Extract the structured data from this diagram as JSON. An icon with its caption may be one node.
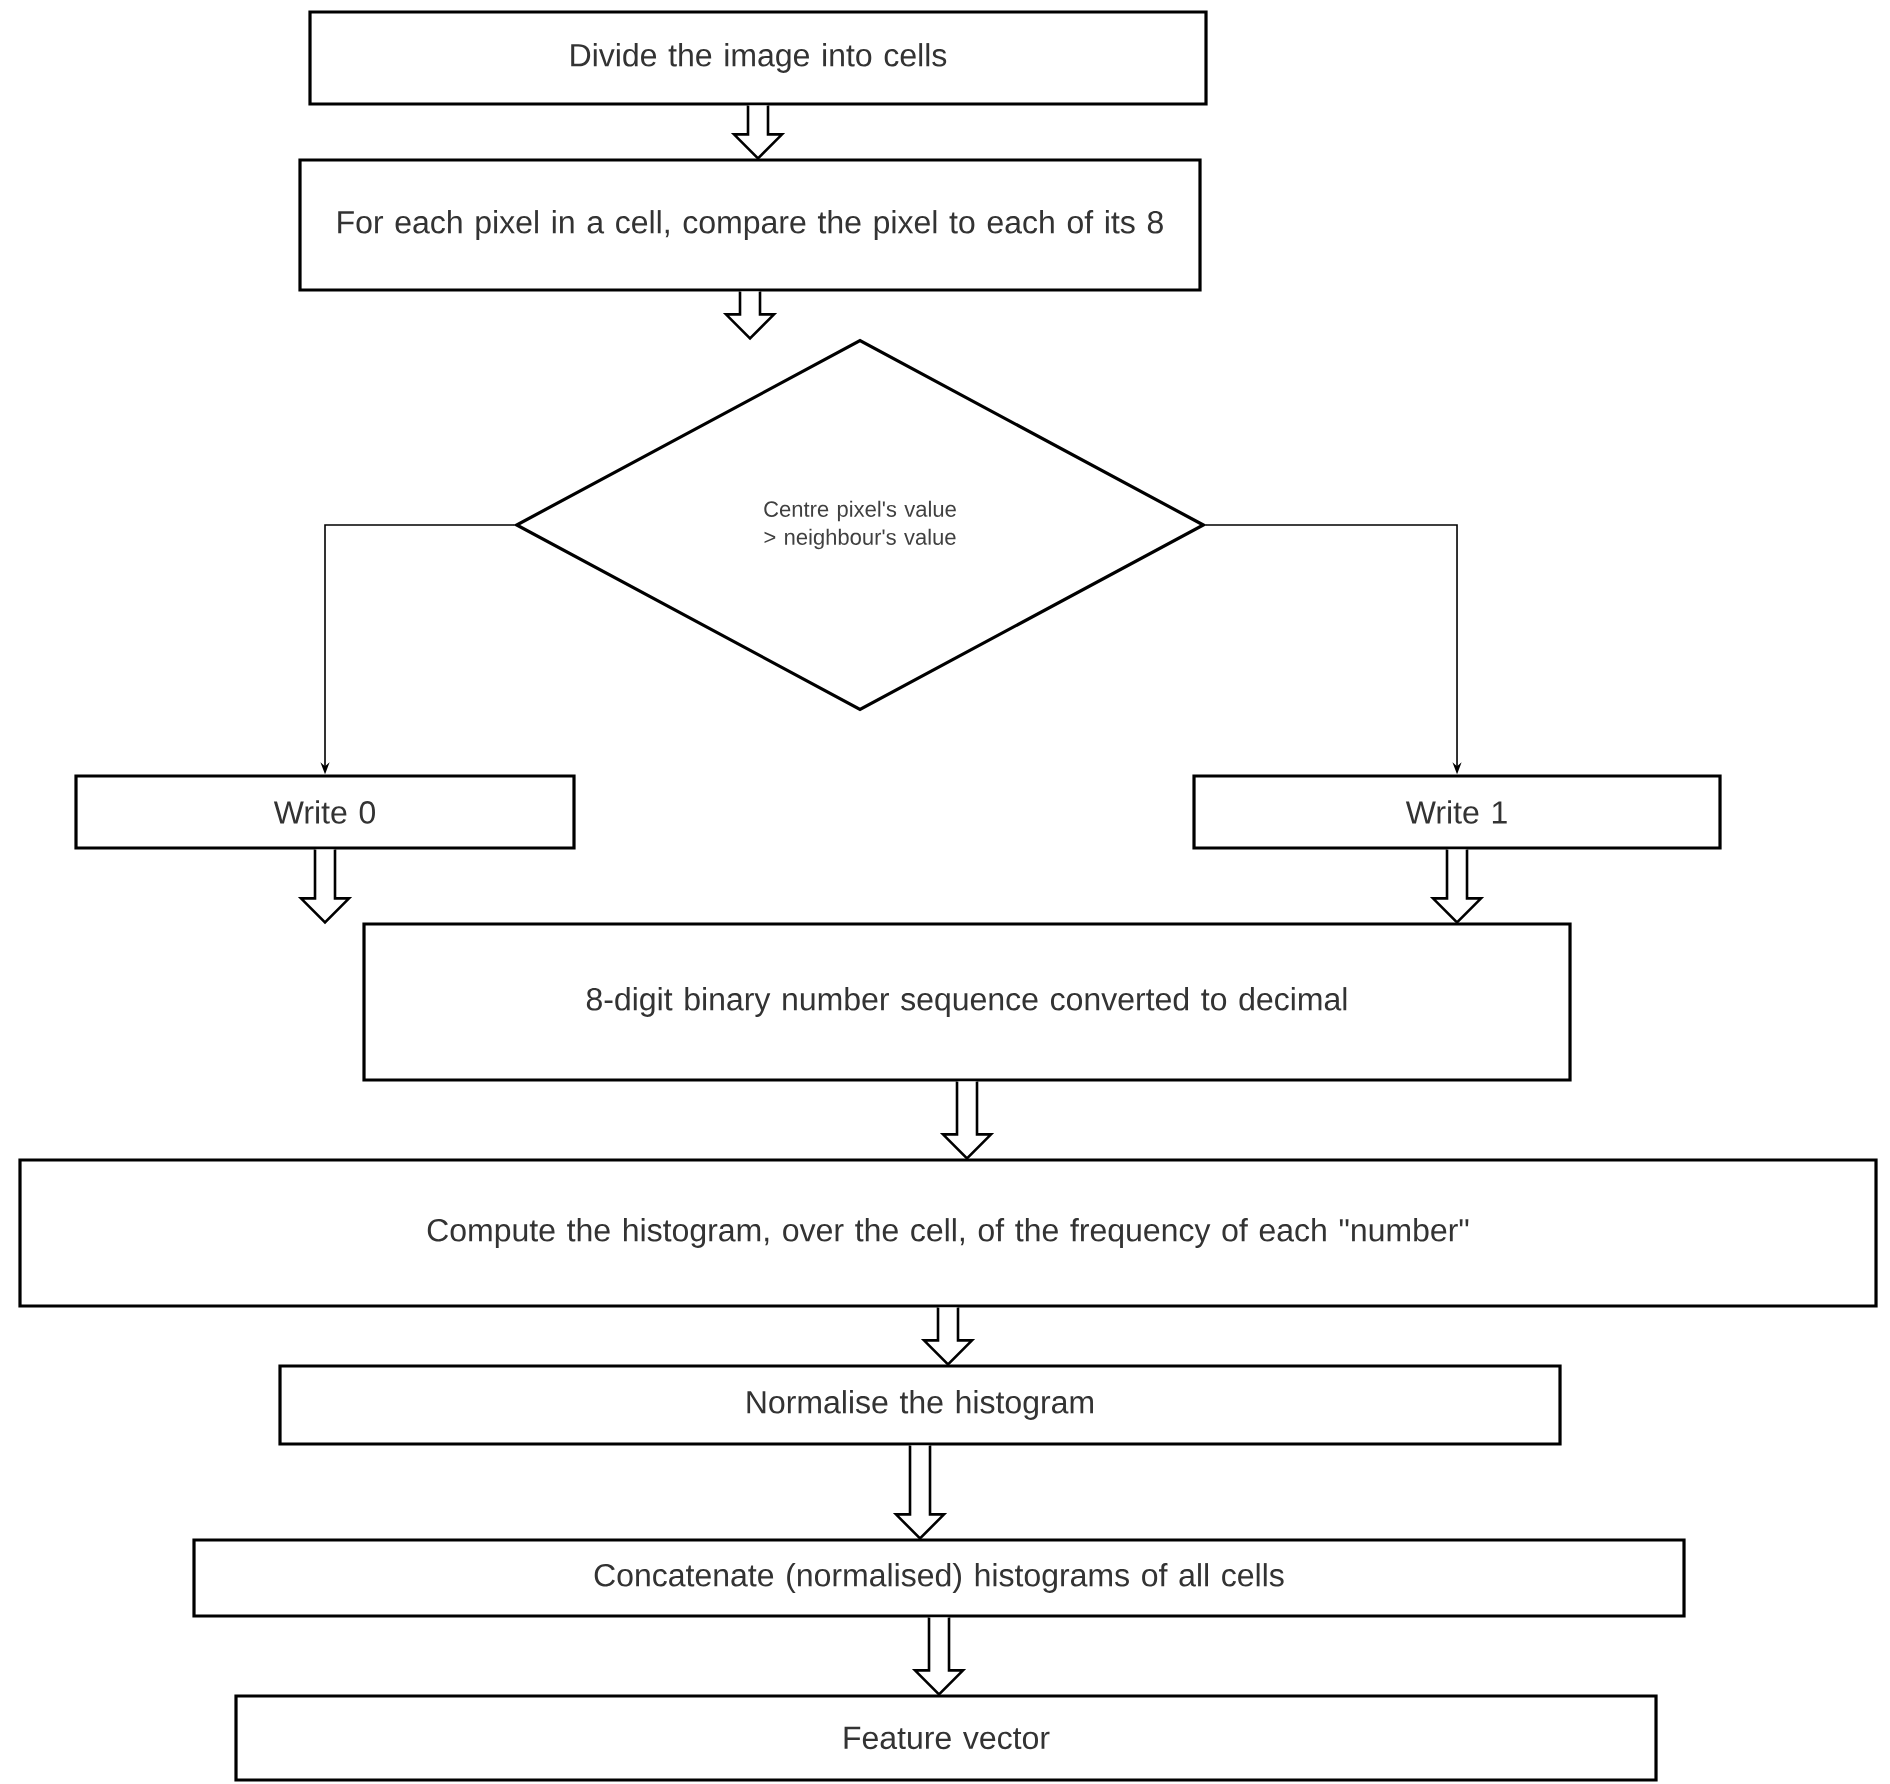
{
  "diagram": {
    "nodes": [
      {
        "text": [
          "Divide the image into cells"
        ]
      },
      {
        "text": [
          "For each pixel in a cell, compare the pixel to each of its 8"
        ]
      },
      {
        "text": [
          "Centre pixel's value > neighbour's value"
        ]
      },
      {
        "text": [
          "Write 0"
        ]
      },
      {
        "text": [
          "Write 1"
        ]
      },
      {
        "text": [
          "8-digit binary number sequence converted to decimal"
        ]
      },
      {
        "text": [
          "Compute the histogram, over the cell, of the frequency of each \"number\""
        ]
      },
      {
        "text": [
          "Normalise the histogram"
        ]
      },
      {
        "text": [
          "Concatenate (normalised) histograms of all cells"
        ]
      },
      {
        "text": [
          "Feature vector"
        ]
      }
    ],
    "edges": [
      {
        "from": 0,
        "to": 1,
        "arrow": "to",
        "style": "thick"
      },
      {
        "from": 1,
        "to": 2,
        "arrow": "to",
        "style": "thick"
      },
      {
        "from": 2,
        "to": 3,
        "arrow": "to"
      },
      {
        "from": 2,
        "to": 4,
        "arrow": "to"
      },
      {
        "from": 3,
        "to": 5,
        "arrow": "to",
        "style": "thick"
      },
      {
        "from": 4,
        "to": 5,
        "arrow": "to",
        "style": "thick"
      },
      {
        "from": 5,
        "to": 6,
        "arrow": "to",
        "style": "thick"
      },
      {
        "from": 6,
        "to": 7,
        "arrow": "to",
        "style": "thick"
      },
      {
        "from": 7,
        "to": 8,
        "arrow": "to",
        "style": "thick"
      },
      {
        "from": 8,
        "to": 9,
        "arrow": "to",
        "style": "thick"
      }
    ]
  }
}
